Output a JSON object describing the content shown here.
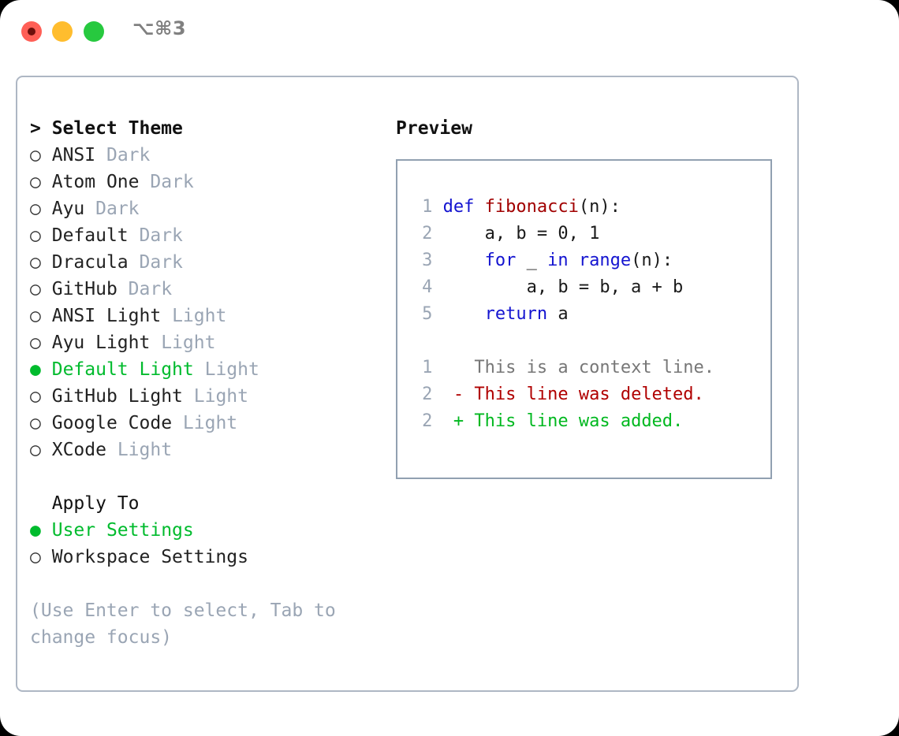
{
  "window": {
    "shortcut": "⌥⌘3",
    "traffic_lights": [
      {
        "name": "close",
        "color": "#ff5f56"
      },
      {
        "name": "minimize",
        "color": "#ffbd2e"
      },
      {
        "name": "maximize",
        "color": "#27c93f"
      }
    ]
  },
  "theme_picker": {
    "header": "> Select Theme",
    "bullet_unselected": "○",
    "bullet_selected": "●",
    "items": [
      {
        "name": "ANSI",
        "kind": "Dark",
        "selected": false
      },
      {
        "name": "Atom One",
        "kind": "Dark",
        "selected": false
      },
      {
        "name": "Ayu",
        "kind": "Dark",
        "selected": false
      },
      {
        "name": "Default",
        "kind": "Dark",
        "selected": false
      },
      {
        "name": "Dracula",
        "kind": "Dark",
        "selected": false
      },
      {
        "name": "GitHub",
        "kind": "Dark",
        "selected": false
      },
      {
        "name": "ANSI Light",
        "kind": "Light",
        "selected": false
      },
      {
        "name": "Ayu Light",
        "kind": "Light",
        "selected": false
      },
      {
        "name": "Default Light",
        "kind": "Light",
        "selected": true
      },
      {
        "name": "GitHub Light",
        "kind": "Light",
        "selected": false
      },
      {
        "name": "Google Code",
        "kind": "Light",
        "selected": false
      },
      {
        "name": "XCode",
        "kind": "Light",
        "selected": false
      }
    ]
  },
  "apply_to": {
    "header": "  Apply To",
    "items": [
      {
        "name": "User Settings",
        "selected": true
      },
      {
        "name": "Workspace Settings",
        "selected": false
      }
    ]
  },
  "hint": "(Use Enter to select, Tab to change focus)",
  "preview": {
    "title": "Preview",
    "code_lines": [
      {
        "num": "1",
        "tokens": [
          {
            "t": "def ",
            "c": "kw"
          },
          {
            "t": "fibonacci",
            "c": "fn"
          },
          {
            "t": "(n):",
            "c": "plain"
          }
        ]
      },
      {
        "num": "2",
        "tokens": [
          {
            "t": "    a, b = 0, 1",
            "c": "plain"
          }
        ]
      },
      {
        "num": "3",
        "tokens": [
          {
            "t": "    ",
            "c": "plain"
          },
          {
            "t": "for ",
            "c": "kw"
          },
          {
            "t": "_ ",
            "c": "plain"
          },
          {
            "t": "in ",
            "c": "kw"
          },
          {
            "t": "range",
            "c": "kw"
          },
          {
            "t": "(n):",
            "c": "plain"
          }
        ]
      },
      {
        "num": "4",
        "tokens": [
          {
            "t": "        a, b = b, a + b",
            "c": "plain"
          }
        ]
      },
      {
        "num": "5",
        "tokens": [
          {
            "t": "    ",
            "c": "plain"
          },
          {
            "t": "return ",
            "c": "kw"
          },
          {
            "t": "a",
            "c": "plain"
          }
        ]
      }
    ],
    "diff_lines": [
      {
        "num": "1",
        "marker": "  ",
        "text": "This is a context line.",
        "c": "ctx"
      },
      {
        "num": "2",
        "marker": "- ",
        "text": "This line was deleted.",
        "c": "del"
      },
      {
        "num": "2",
        "marker": "+ ",
        "text": "This line was added.",
        "c": "add"
      }
    ]
  },
  "colors": {
    "selected_green": "#00bb2d",
    "muted_gray": "#9aa5b4",
    "keyword_blue": "#1414d0",
    "function_red": "#a10000",
    "diff_add_green": "#00b81f",
    "diff_del_red": "#b00000",
    "panel_border": "#aeb7c4",
    "preview_border": "#91a0b1"
  }
}
